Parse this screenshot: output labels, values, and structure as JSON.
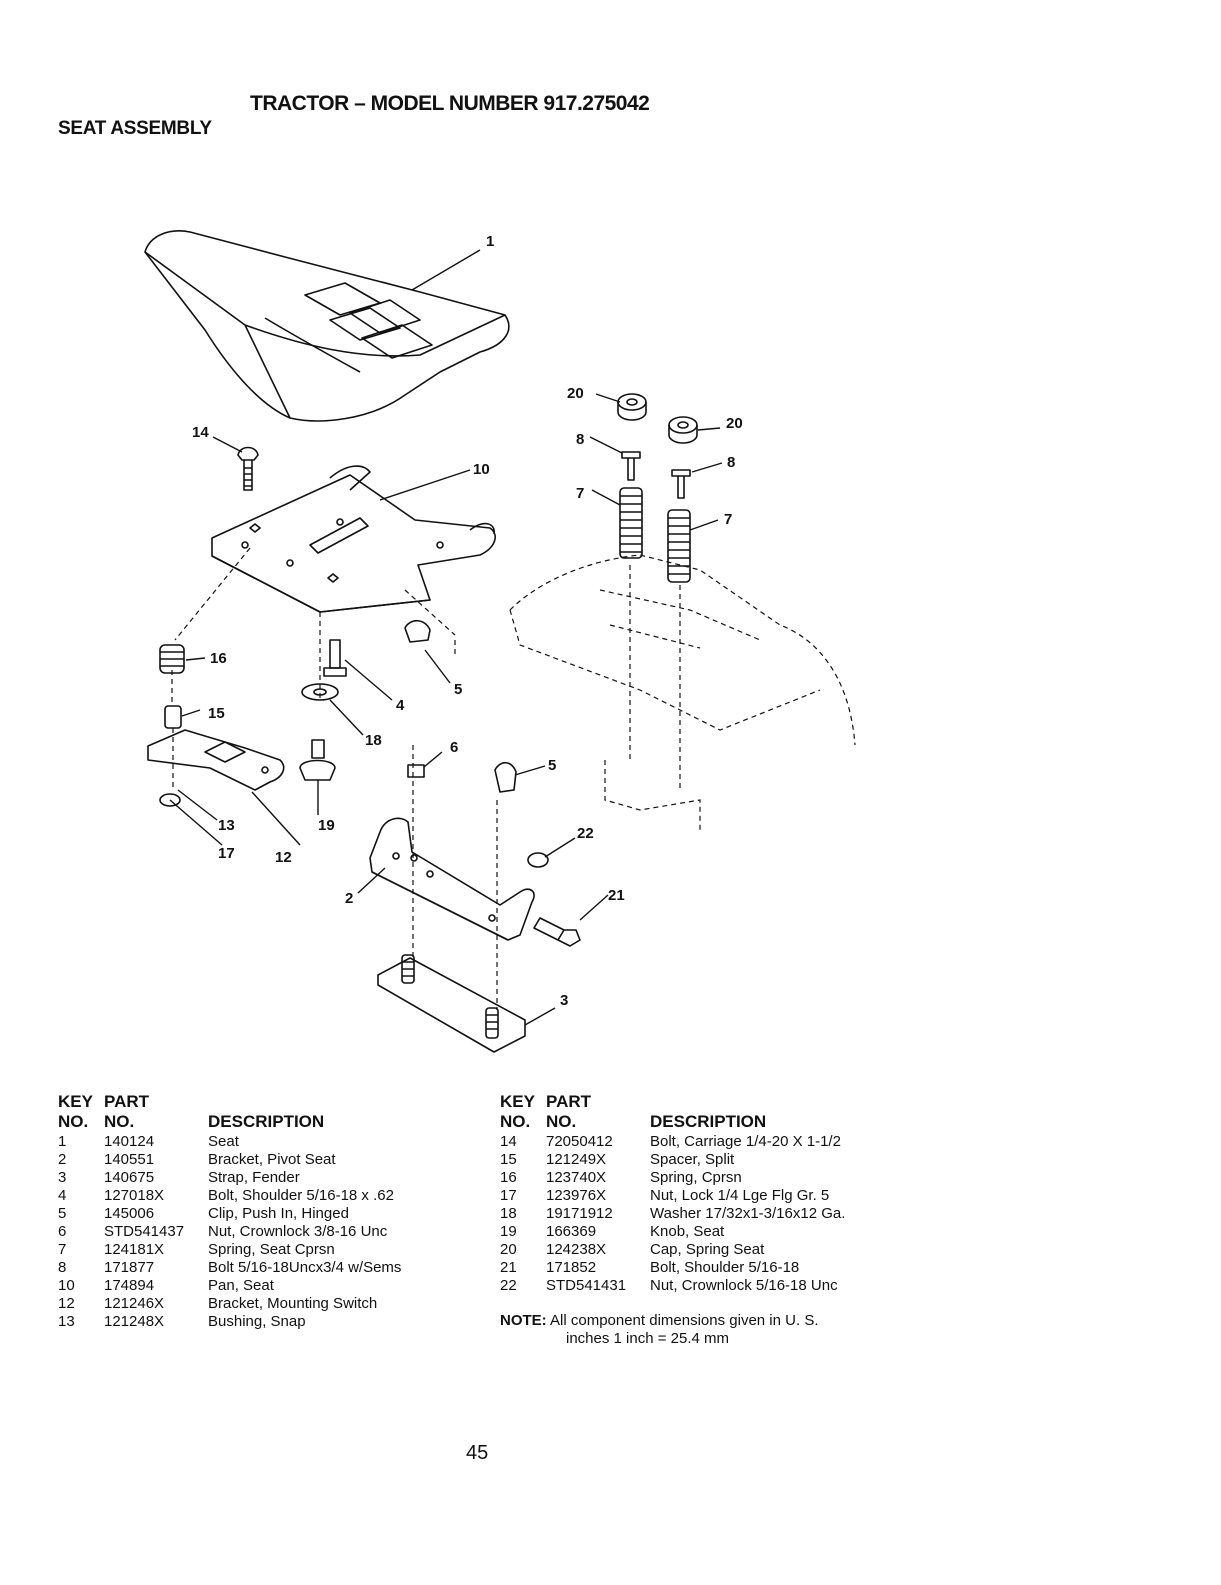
{
  "header": {
    "title": "TRACTOR – MODEL NUMBER 917.275042",
    "subtitle": "SEAT ASSEMBLY"
  },
  "diagram": {
    "callouts": [
      "1",
      "2",
      "3",
      "4",
      "5",
      "5",
      "6",
      "7",
      "7",
      "8",
      "8",
      "10",
      "12",
      "13",
      "14",
      "15",
      "16",
      "17",
      "18",
      "19",
      "20",
      "20",
      "21",
      "22"
    ]
  },
  "parts_table": {
    "headers": {
      "key_top": "KEY",
      "part_top": "PART",
      "key_bottom": "NO.",
      "part_bottom": "NO.",
      "description": "DESCRIPTION"
    },
    "left": [
      {
        "key": "1",
        "part": "140124",
        "desc": "Seat"
      },
      {
        "key": "2",
        "part": "140551",
        "desc": "Bracket, Pivot Seat"
      },
      {
        "key": "3",
        "part": "140675",
        "desc": "Strap, Fender"
      },
      {
        "key": "4",
        "part": "127018X",
        "desc": "Bolt, Shoulder  5/16-18 x .62"
      },
      {
        "key": "5",
        "part": "145006",
        "desc": "Clip, Push In, Hinged"
      },
      {
        "key": "6",
        "part": "STD541437",
        "desc": "Nut, Crownlock  3/8-16 Unc"
      },
      {
        "key": "7",
        "part": "124181X",
        "desc": "Spring, Seat Cprsn"
      },
      {
        "key": "8",
        "part": "171877",
        "desc": "Bolt 5/16-18Uncx3/4 w/Sems"
      },
      {
        "key": "10",
        "part": "174894",
        "desc": "Pan, Seat"
      },
      {
        "key": "12",
        "part": "121246X",
        "desc": "Bracket, Mounting Switch"
      },
      {
        "key": "13",
        "part": "121248X",
        "desc": "Bushing, Snap"
      }
    ],
    "right": [
      {
        "key": "14",
        "part": "72050412",
        "desc": "Bolt, Carriage  1/4-20 X 1-1/2"
      },
      {
        "key": "15",
        "part": "121249X",
        "desc": "Spacer, Split"
      },
      {
        "key": "16",
        "part": "123740X",
        "desc": "Spring, Cprsn"
      },
      {
        "key": "17",
        "part": "123976X",
        "desc": "Nut, Lock  1/4 Lge Flg Gr. 5"
      },
      {
        "key": "18",
        "part": "19171912",
        "desc": "Washer 17/32x1-3/16x12 Ga."
      },
      {
        "key": "19",
        "part": "166369",
        "desc": "Knob, Seat"
      },
      {
        "key": "20",
        "part": "124238X",
        "desc": "Cap, Spring Seat"
      },
      {
        "key": "21",
        "part": "171852",
        "desc": "Bolt, Shoulder  5/16-18"
      },
      {
        "key": "22",
        "part": "STD541431",
        "desc": "Nut, Crownlock  5/16-18 Unc"
      }
    ]
  },
  "note": {
    "label": "NOTE:",
    "line1": "All component dimensions given in U. S.",
    "line2": "inches 1 inch = 25.4 mm"
  },
  "page_number": "45"
}
